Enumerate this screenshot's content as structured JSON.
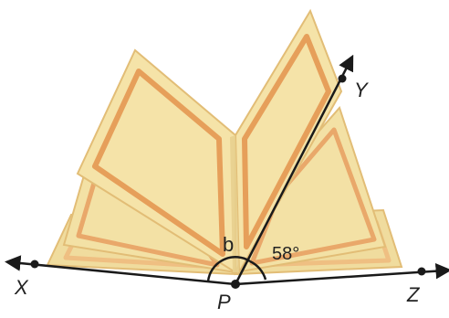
{
  "figure": {
    "points": {
      "X": "X",
      "Y": "Y",
      "Z": "Z",
      "P": "P"
    },
    "angles": {
      "unknown": "b",
      "known": "58°"
    }
  },
  "colors": {
    "page_fill": "#f2dfa2",
    "page_edge": "#e2bd76",
    "page_border": "#e69f5a",
    "page_border_soft": "#efb87a",
    "line": "#1a1a1a",
    "text": "#222222"
  }
}
